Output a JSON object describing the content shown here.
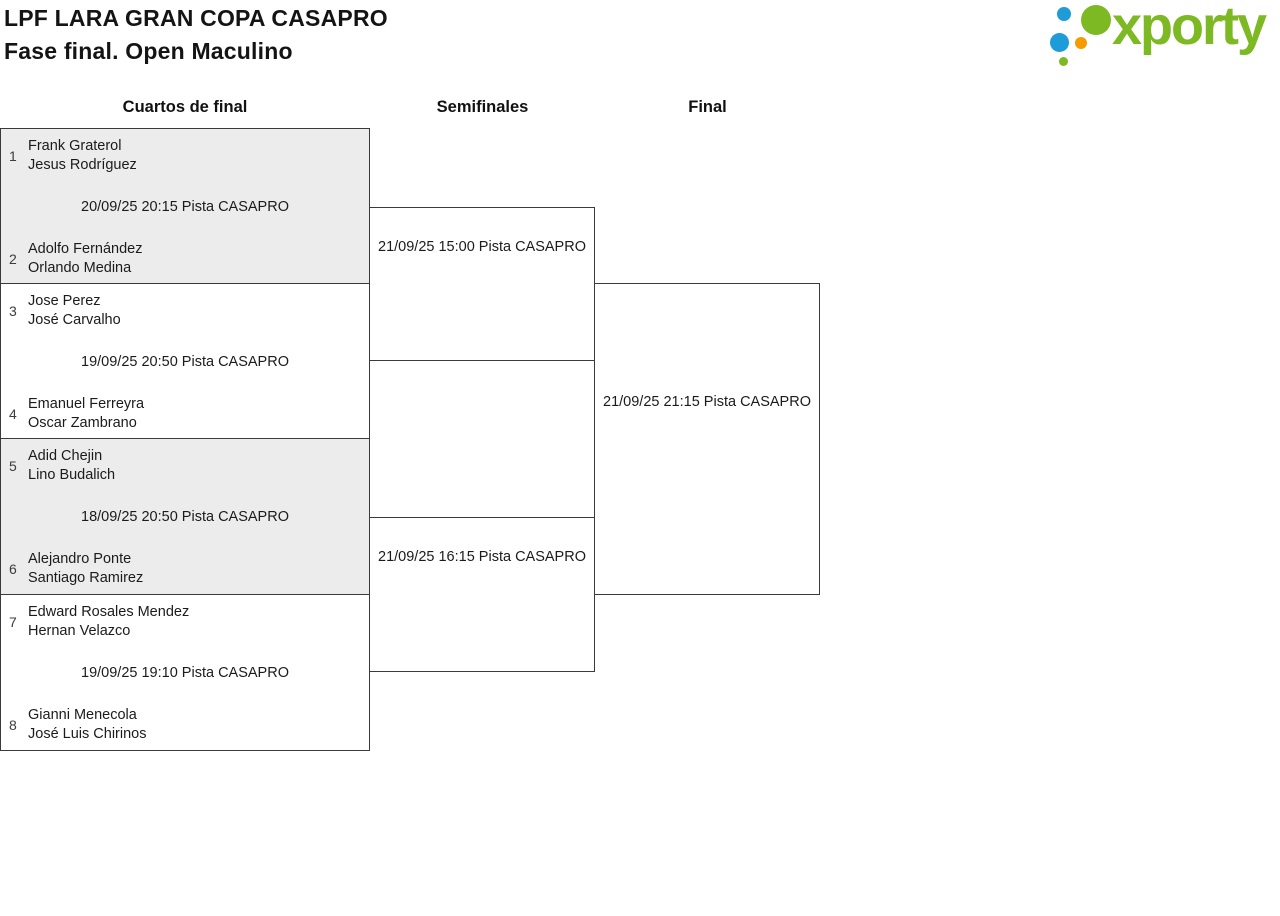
{
  "header": {
    "title": "LPF LARA GRAN COPA CASAPRO",
    "subtitle": "Fase final. Open Maculino",
    "logo_text": "xporty"
  },
  "rounds": {
    "quarterfinals_label": "Cuartos de final",
    "semifinals_label": "Semifinales",
    "final_label": "Final"
  },
  "bracket": {
    "quarterfinals": [
      {
        "seed1": "1",
        "team1_player1": "Frank Graterol",
        "team1_player2": "Jesus Rodríguez",
        "schedule": "20/09/25 20:15 Pista CASAPRO",
        "seed2": "2",
        "team2_player1": "Adolfo Fernández",
        "team2_player2": "Orlando Medina"
      },
      {
        "seed1": "3",
        "team1_player1": "Jose Perez",
        "team1_player2": "José Carvalho",
        "schedule": "19/09/25 20:50 Pista CASAPRO",
        "seed2": "4",
        "team2_player1": "Emanuel Ferreyra",
        "team2_player2": "Oscar Zambrano"
      },
      {
        "seed1": "5",
        "team1_player1": "Adid Chejin",
        "team1_player2": "Lino Budalich",
        "schedule": "18/09/25 20:50 Pista CASAPRO",
        "seed2": "6",
        "team2_player1": "Alejandro Ponte",
        "team2_player2": "Santiago Ramirez"
      },
      {
        "seed1": "7",
        "team1_player1": "Edward Rosales Mendez",
        "team1_player2": "Hernan Velazco",
        "schedule": "19/09/25 19:10 Pista CASAPRO",
        "seed2": "8",
        "team2_player1": "Gianni Menecola",
        "team2_player2": "José Luis Chirinos"
      }
    ],
    "semifinals": [
      {
        "schedule": "21/09/25 15:00 Pista CASAPRO"
      },
      {
        "schedule": "21/09/25 16:15 Pista CASAPRO"
      }
    ],
    "final": {
      "schedule": "21/09/25 21:15 Pista CASAPRO"
    }
  },
  "colors": {
    "brand_green": "#7cb922",
    "brand_blue": "#1e9cd7",
    "brand_orange": "#f59b00",
    "match_fill": "#ececec",
    "line_color": "#3a3a3a",
    "text_color": "#1b1b1b"
  }
}
